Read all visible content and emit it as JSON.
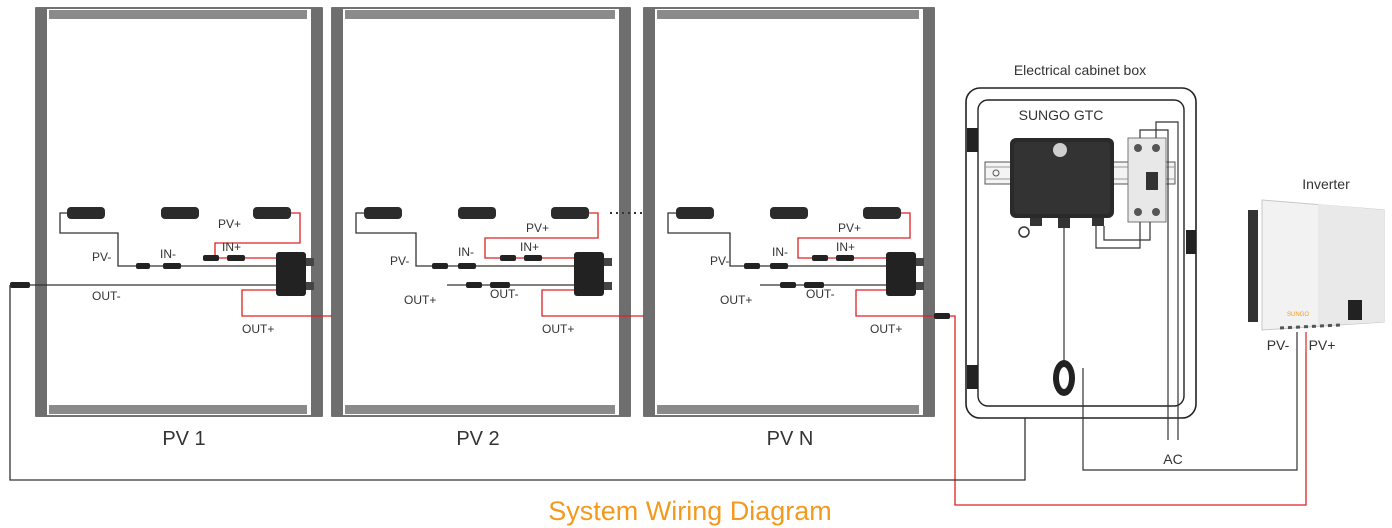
{
  "panels": [
    {
      "name": "PV 1",
      "label_pv_minus": "PV-",
      "label_pv_plus": "PV+",
      "label_in_minus": "IN-",
      "label_in_plus": "IN+",
      "label_out_minus": "OUT-",
      "label_out_plus": "OUT+"
    },
    {
      "name": "PV 2",
      "label_pv_minus": "PV-",
      "label_pv_plus": "PV+",
      "label_in_minus": "IN-",
      "label_in_plus": "IN+",
      "label_out_minus": "OUT-",
      "label_out_plus": "OUT+"
    },
    {
      "name": "PV N",
      "label_pv_minus": "PV-",
      "label_pv_plus": "PV+",
      "label_in_minus": "IN-",
      "label_in_plus": "IN+",
      "label_out_minus": "OUT-",
      "label_out_plus": "OUT+"
    }
  ],
  "cabinet": {
    "title": "Electrical cabinet box",
    "device": "SUNGO GTC",
    "ac_label": "AC"
  },
  "inverter": {
    "title": "Inverter",
    "pv_minus": "PV-",
    "pv_plus": "PV+",
    "brand": "SUNGO"
  },
  "diagram_title": "System Wiring Diagram",
  "colors": {
    "title": "#f39a1e",
    "positive_wire": "#e02020",
    "negative_wire": "#333333",
    "frame": "#7a7a7a"
  }
}
